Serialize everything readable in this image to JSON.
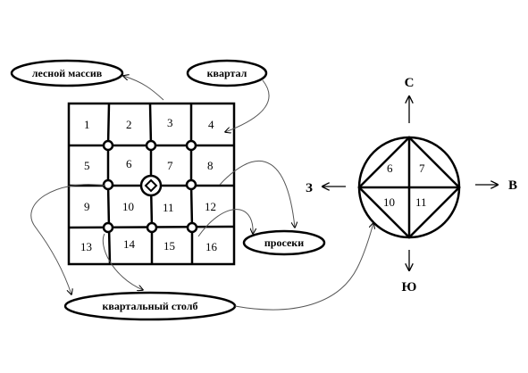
{
  "labels": {
    "forest": "лесной массив",
    "quarter": "квартал",
    "clearings": "просеки",
    "post": "квартальный столб"
  },
  "grid": {
    "cells": [
      "1",
      "2",
      "3",
      "4",
      "5",
      "6",
      "7",
      "8",
      "9",
      "10",
      "11",
      "12",
      "13",
      "14",
      "15",
      "16"
    ]
  },
  "compass": {
    "north": "С",
    "south": "Ю",
    "east": "В",
    "west": "З",
    "cells": [
      "6",
      "7",
      "10",
      "11"
    ]
  }
}
